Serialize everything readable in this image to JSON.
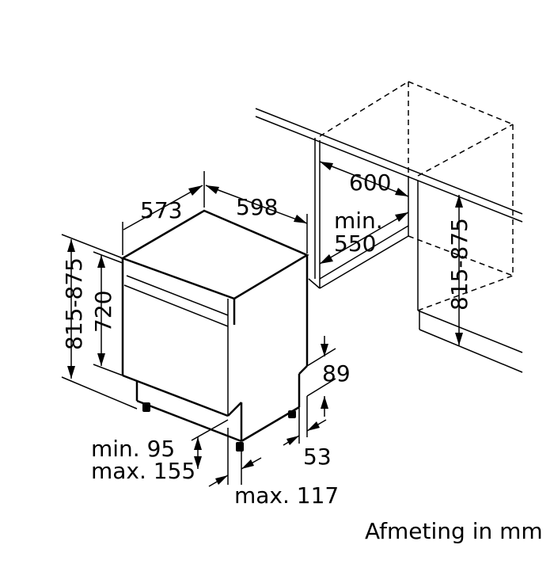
{
  "dimensions": {
    "depth": "573",
    "width": "598",
    "height_range_left": "815-875",
    "height": "720",
    "niche_width": "600",
    "niche_depth_min_label": "min.",
    "niche_depth_min_value": "550",
    "niche_height_range": "815-875",
    "plinth_height": "89",
    "plinth_depth": "53",
    "foot_min": "min. 95",
    "foot_max": "max. 155",
    "foot_offset_max": "max. 117"
  },
  "caption": "Afmeting in mm"
}
